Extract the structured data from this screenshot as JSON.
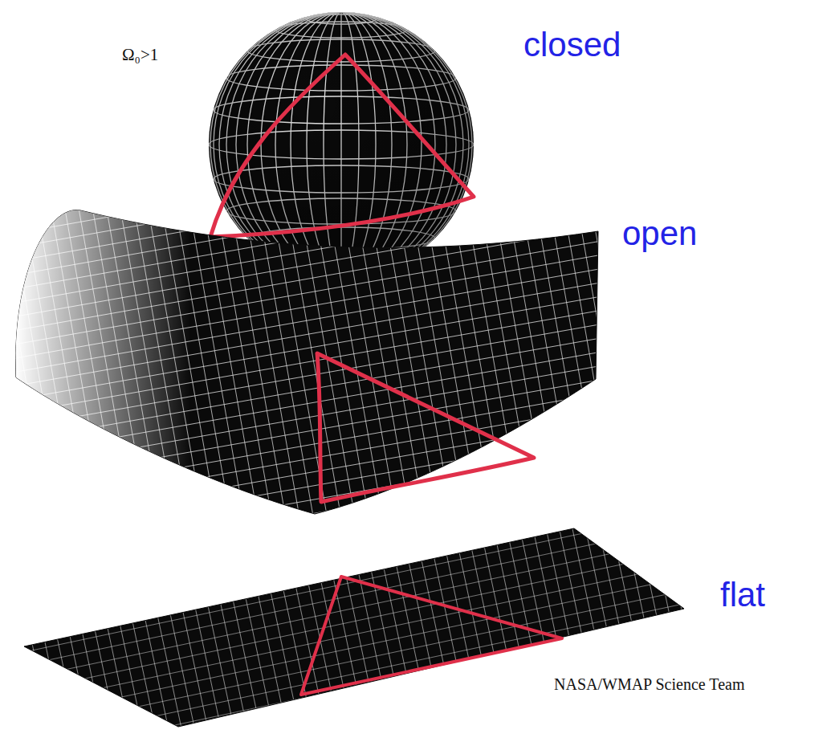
{
  "diagram": {
    "labels": [
      "Ω₀>1",
      "closed",
      "open",
      "flat",
      "NASA/WMAP Science Team"
    ]
  }
}
